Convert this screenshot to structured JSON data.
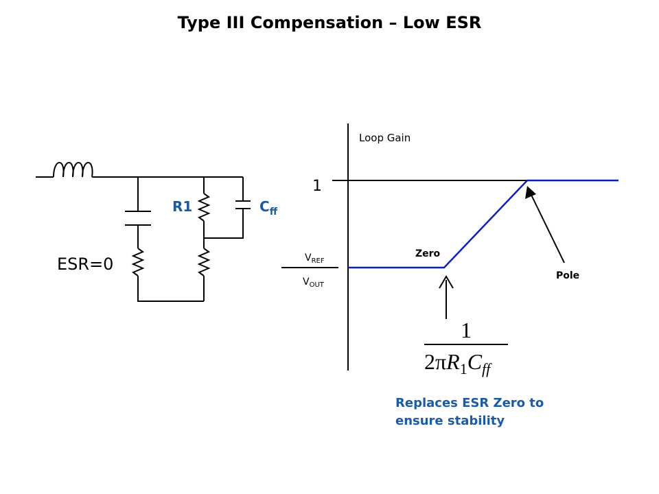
{
  "title": "Type III Compensation – Low ESR",
  "circuit": {
    "r1_label": "R1",
    "cff_main": "C",
    "cff_sub": "ff",
    "esr_label": "ESR=0"
  },
  "plot": {
    "loop_gain_label": "Loop Gain",
    "unity_label": "1",
    "vref_main": "V",
    "vref_sub": "REF",
    "vout_main": "V",
    "vout_sub": "OUT",
    "zero_label": "Zero",
    "pole_label": "Pole",
    "trace_color": "#0a1fbf"
  },
  "formula": {
    "numerator": "1",
    "den_two_pi": "2π",
    "den_r": "R",
    "den_r_sub": "1",
    "den_c": "C",
    "den_c_sub": "ff"
  },
  "note": {
    "line1": "Replaces ESR Zero to",
    "line2": "ensure stability"
  }
}
